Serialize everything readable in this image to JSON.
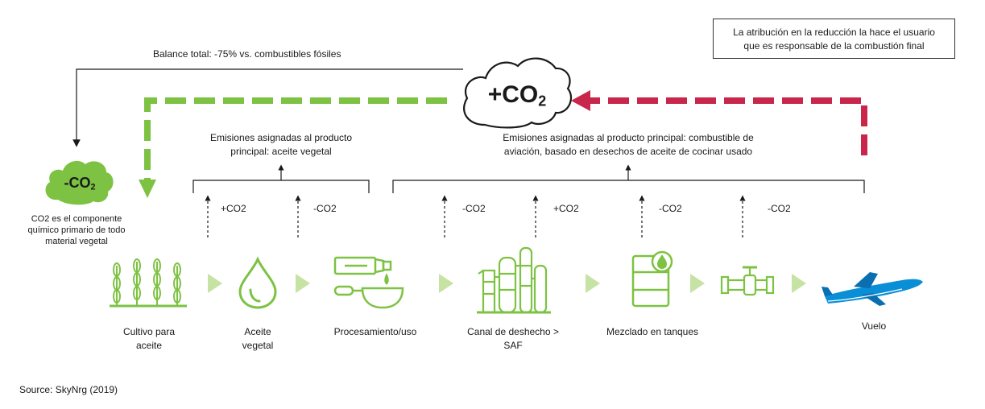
{
  "note": {
    "line1": "La atribución en la reducción la hace el usuario",
    "line2": "que es responsable de la combustión final"
  },
  "balance_label": "Balance total: -75% vs. combustibles fósiles",
  "big_cloud": {
    "main": "+CO",
    "sub": "2"
  },
  "small_cloud": {
    "main": "-CO",
    "sub": "2"
  },
  "small_cloud_caption": {
    "line1": "CO2 es el componente",
    "line2": "químico primario de todo",
    "line3": "material vegetal"
  },
  "emissions_left": {
    "line1": "Emisiones asignadas al producto",
    "line2": "principal: aceite vegetal"
  },
  "emissions_right": {
    "line1": "Emisiones asignadas al producto principal: combustible de",
    "line2": "aviación, basado en desechos de aceite de cocinar usado"
  },
  "co2_markers": [
    "+CO2",
    "-CO2",
    "-CO2",
    "+CO2",
    "-CO2",
    "-CO2"
  ],
  "steps": [
    {
      "label": "Cultivo para",
      "label2": "aceite",
      "icon": "wheat-icon"
    },
    {
      "label": "Aceite",
      "label2": "vegetal",
      "icon": "oil-drop-icon"
    },
    {
      "label": "Procesamiento/uso",
      "label2": "",
      "icon": "bottle-pan-icon"
    },
    {
      "label": "Canal de deshecho >",
      "label2": "SAF",
      "icon": "refinery-icon"
    },
    {
      "label": "Mezclado en tanques",
      "label2": "",
      "icon": "tank-icon"
    },
    {
      "label": "",
      "label2": "",
      "icon": "pipe-valve-icon"
    },
    {
      "label": "Vuelo",
      "label2": "",
      "icon": "airplane-icon"
    }
  ],
  "source": "Source: SkyNrg (2019)",
  "colors": {
    "green": "#7dc242",
    "red": "#c8264a",
    "light_green": "#c6e3a3",
    "dark": "#1a1a1a"
  }
}
